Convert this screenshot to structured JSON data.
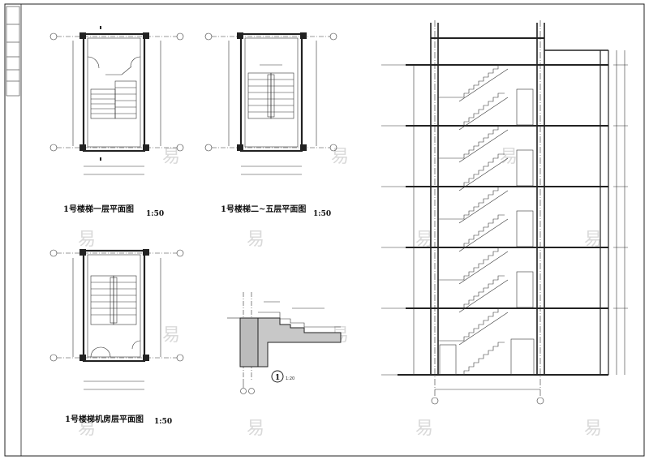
{
  "titles": {
    "plan_first_floor": "1号楼梯一层平面图",
    "plan_floors_2_5": "1号楼梯二~五层平面图",
    "plan_machine_room": "1号楼梯机房层平面图",
    "scale": "1:50"
  },
  "detail": {
    "label": "1",
    "scale": "1:20"
  },
  "watermark": {
    "glyph": "易"
  },
  "colors": {
    "line": "#222222",
    "watermark": "#d9d9d9"
  }
}
